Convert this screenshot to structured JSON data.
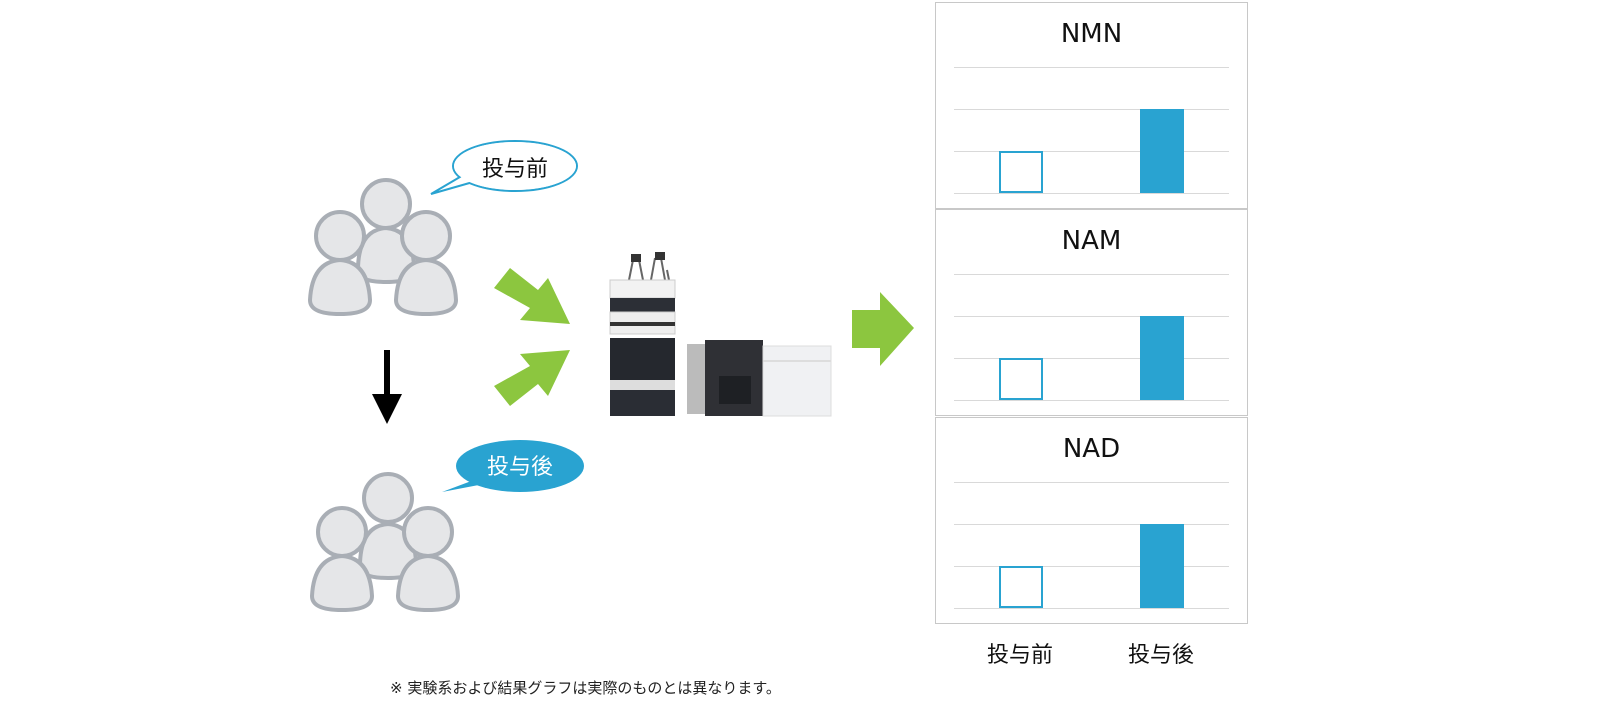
{
  "bubbles": {
    "before": "投与前",
    "after": "投与後"
  },
  "colors": {
    "accent": "#29a3d1",
    "arrow_green": "#8cc63f",
    "person_fill": "#e5e6e8",
    "person_stroke": "#a9aeb5"
  },
  "icons": [
    "people-group-icon",
    "speech-bubble-icon",
    "down-arrow-icon",
    "green-arrow-icon",
    "lc-ms-instrument-icon"
  ],
  "chart_data": [
    {
      "type": "bar",
      "title": "NMN",
      "categories": [
        "投与前",
        "投与後"
      ],
      "values": [
        1,
        2
      ],
      "ylim": [
        0,
        3
      ],
      "grid": true
    },
    {
      "type": "bar",
      "title": "NAM",
      "categories": [
        "投与前",
        "投与後"
      ],
      "values": [
        1,
        2
      ],
      "ylim": [
        0,
        3
      ],
      "grid": true
    },
    {
      "type": "bar",
      "title": "NAD",
      "categories": [
        "投与前",
        "投与後"
      ],
      "values": [
        1,
        2
      ],
      "ylim": [
        0,
        3
      ],
      "grid": true
    }
  ],
  "xlabels": [
    "投与前",
    "投与後"
  ],
  "note": "※ 実験系および結果グラフは実際のものとは異なります。"
}
